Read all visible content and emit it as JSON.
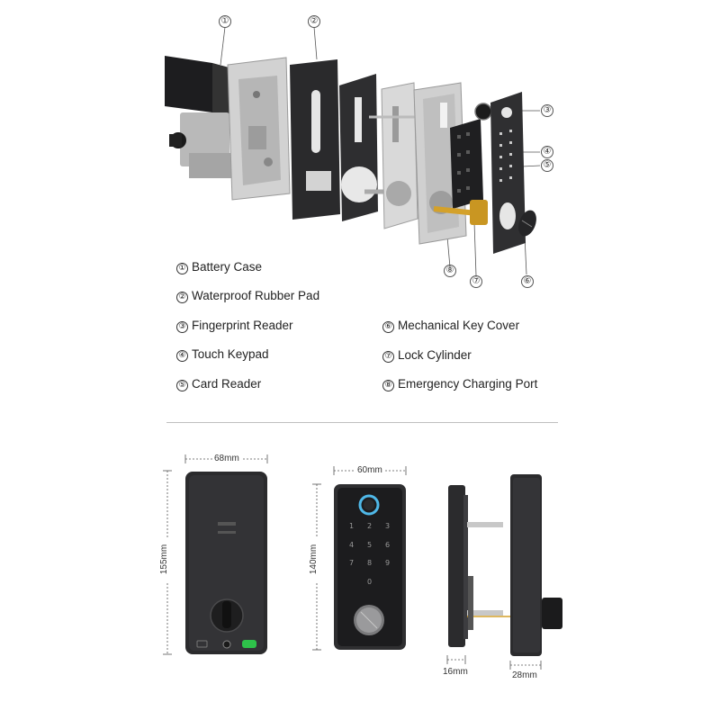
{
  "callouts": [
    "①",
    "②",
    "③",
    "④",
    "⑤",
    "⑥",
    "⑦",
    "⑧"
  ],
  "legend": [
    {
      "num": "①",
      "label": "Battery Case"
    },
    {
      "num": "②",
      "label": "Waterproof Rubber Pad"
    },
    {
      "num": "③",
      "label": "Fingerprint Reader"
    },
    {
      "num": "④",
      "label": "Touch Keypad"
    },
    {
      "num": "⑤",
      "label": "Card Reader"
    },
    {
      "num": "⑥",
      "label": "Mechanical Key Cover"
    },
    {
      "num": "⑦",
      "label": "Lock Cylinder"
    },
    {
      "num": "⑧",
      "label": "Emergency Charging Port"
    }
  ],
  "dimensions": {
    "back_width": "68mm",
    "back_height": "155mm",
    "front_width": "60mm",
    "front_height": "140mm",
    "side_front_depth": "16mm",
    "side_back_depth": "28mm"
  },
  "keypad": [
    "1",
    "2",
    "3",
    "4",
    "5",
    "6",
    "7",
    "8",
    "9",
    "0"
  ],
  "colors": {
    "body_dark": "#2b2b2d",
    "metal": "#c8c8c8",
    "fingerprint_ring": "#4fb8e8",
    "status_green": "#2ec24a",
    "brass": "#d4a12a"
  }
}
